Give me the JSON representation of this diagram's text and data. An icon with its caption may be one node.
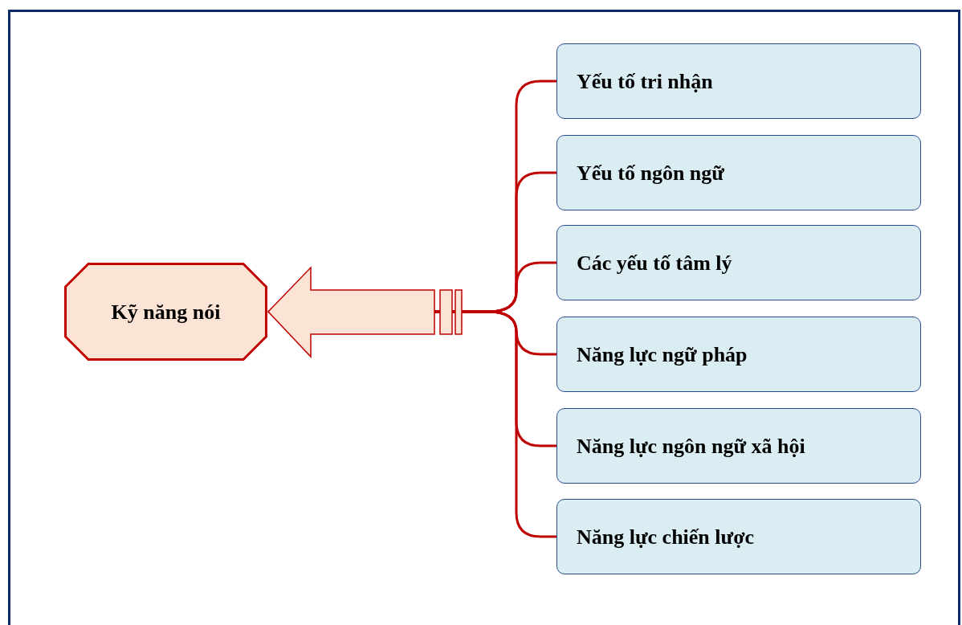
{
  "diagram": {
    "nodes": [
      {
        "text": [
          "Kỹ năng nói"
        ]
      },
      {
        "text": [
          "Yếu tố tri nhận"
        ]
      },
      {
        "text": [
          "Yếu tố ngôn ngữ"
        ]
      },
      {
        "text": [
          "Các yếu tố tâm lý"
        ]
      },
      {
        "text": [
          "Năng lực ngữ pháp"
        ]
      },
      {
        "text": [
          "Năng lực ngôn ngữ xã hội"
        ]
      },
      {
        "text": [
          "Năng lực chiến lược"
        ]
      }
    ],
    "edges": [
      {
        "from": 1,
        "to": 0,
        "arrow": "to"
      },
      {
        "from": 2,
        "to": 0,
        "arrow": "to"
      },
      {
        "from": 3,
        "to": 0,
        "arrow": "to"
      },
      {
        "from": 4,
        "to": 0,
        "arrow": "to"
      },
      {
        "from": 5,
        "to": 0,
        "arrow": "to"
      },
      {
        "from": 6,
        "to": 0,
        "arrow": "to"
      }
    ]
  }
}
